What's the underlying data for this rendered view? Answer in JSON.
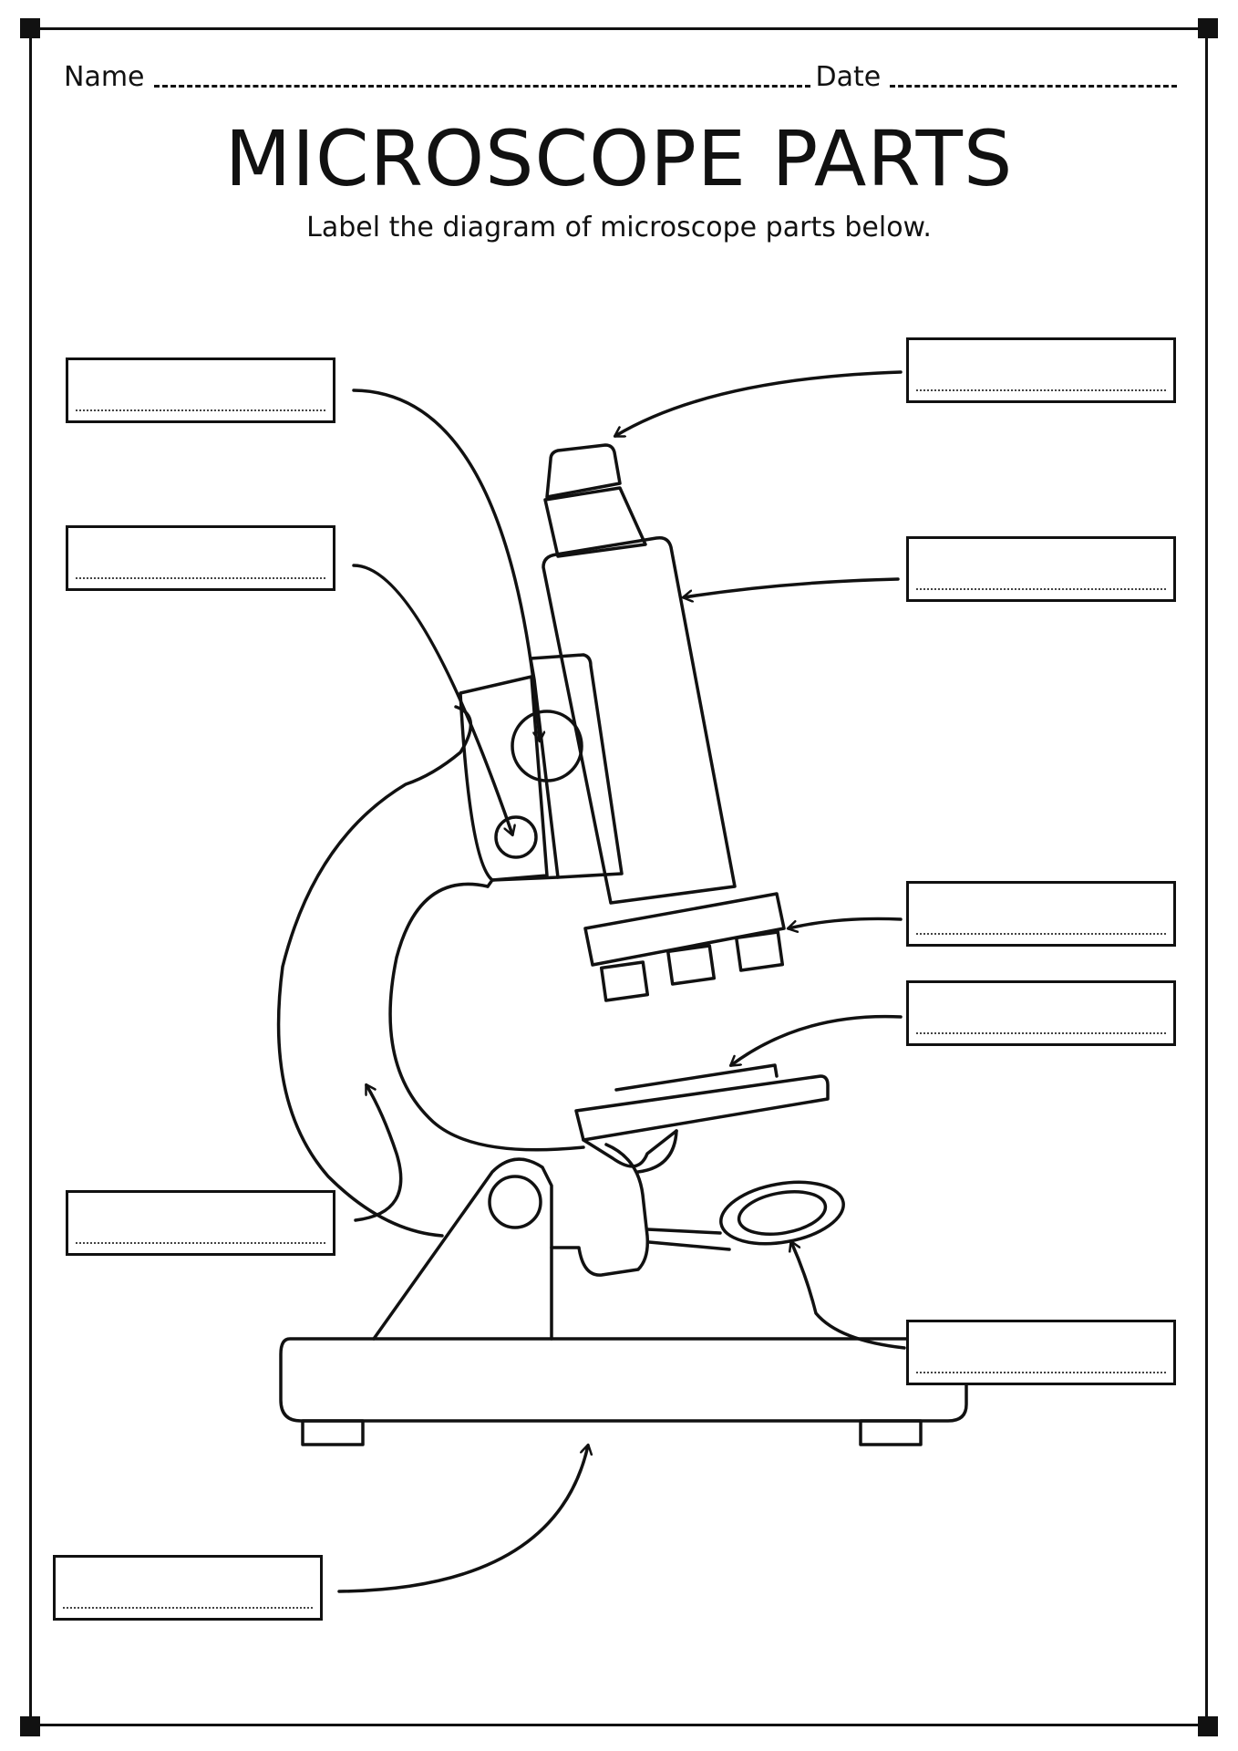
{
  "header": {
    "name_label": "Name",
    "date_label": "Date"
  },
  "title": "MICROSCOPE PARTS",
  "subtitle": "Label the diagram of microscope parts below.",
  "label_boxes": [
    {
      "id": "eyepiece",
      "value": ""
    },
    {
      "id": "body-tube",
      "value": ""
    },
    {
      "id": "coarse-focus",
      "value": ""
    },
    {
      "id": "fine-focus",
      "value": ""
    },
    {
      "id": "objective-lenses",
      "value": ""
    },
    {
      "id": "stage",
      "value": ""
    },
    {
      "id": "arm",
      "value": ""
    },
    {
      "id": "mirror",
      "value": ""
    },
    {
      "id": "base",
      "value": ""
    }
  ]
}
